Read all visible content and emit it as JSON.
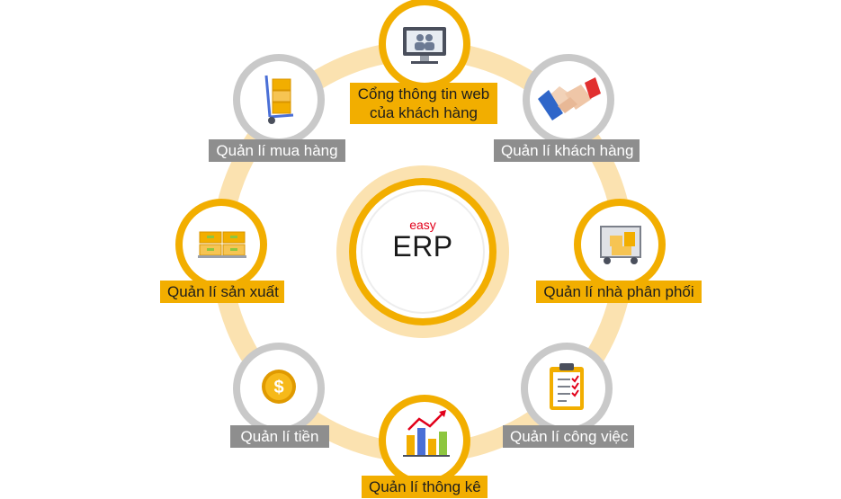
{
  "center": {
    "small": "easy",
    "big": "ERP"
  },
  "colors": {
    "gold": "#f2ae00",
    "gray": "#8e8e8e",
    "ring": "#fbe2b0",
    "accent_red": "#e2001a"
  },
  "nodes": [
    {
      "id": "customer-web-portal",
      "line1": "Cổng thông tin web",
      "line2": "của khách hàng",
      "style": "gold",
      "icon": "monitor-icon"
    },
    {
      "id": "customer-management",
      "line1": "Quản lí khách hàng",
      "style": "gray",
      "icon": "handshake-icon"
    },
    {
      "id": "distributor-management",
      "line1": "Quản lí nhà phân phối",
      "style": "gold",
      "icon": "delivery-truck-icon"
    },
    {
      "id": "task-management",
      "line1": "Quản lí công việc",
      "style": "gray",
      "icon": "clipboard-checklist-icon"
    },
    {
      "id": "statistics-management",
      "line1": "Quản lí thông kê",
      "style": "gold",
      "icon": "bar-chart-icon"
    },
    {
      "id": "finance-management",
      "line1": "Quản lí tiền",
      "style": "gray",
      "icon": "dollar-coin-icon"
    },
    {
      "id": "production-management",
      "line1": "Quản lí sản xuất",
      "style": "gold",
      "icon": "stacked-boxes-icon"
    },
    {
      "id": "purchasing-management",
      "line1": "Quản lí mua hàng",
      "style": "gray",
      "icon": "hand-truck-icon"
    }
  ]
}
